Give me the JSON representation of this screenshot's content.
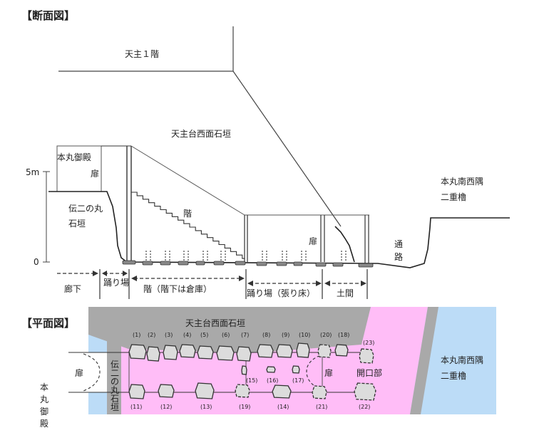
{
  "section": {
    "heading": "【断面図】",
    "tenshu_floor1": "天主１階",
    "west_wall": "天主台西面石垣",
    "goten": "本丸御殿",
    "tobira": "扉",
    "scale_5m": "5m",
    "scale_0": "0",
    "den_line1": "伝二の丸",
    "den_line2": "石垣",
    "kai": "階",
    "tobira2": "扉",
    "tsuro1": "通",
    "tsuro2": "路",
    "yagura_line1": "本丸南西隅",
    "yagura_line2": "二重櫓",
    "zones": [
      {
        "label": "廊下"
      },
      {
        "label": "踊り場"
      },
      {
        "label": "階（階下は倉庫）"
      },
      {
        "label": "踊り場（張り床）"
      },
      {
        "label": "土間"
      }
    ]
  },
  "plan": {
    "heading": "【平面図】",
    "west_wall": "天主台西面石垣",
    "goten_vertical": "本丸御殿",
    "tobira_left": "扉",
    "den_vertical": "伝二の丸石垣",
    "tobira_right": "扉",
    "opening": "開口部",
    "yagura_line1": "本丸南西隅",
    "yagura_line2": "二重櫓",
    "stones": [
      {
        "id": "(1)"
      },
      {
        "id": "(2)"
      },
      {
        "id": "(3)"
      },
      {
        "id": "(4)"
      },
      {
        "id": "(5)"
      },
      {
        "id": "(6)"
      },
      {
        "id": "(7)"
      },
      {
        "id": "(8)"
      },
      {
        "id": "(9)"
      },
      {
        "id": "(10)"
      },
      {
        "id": "(20)"
      },
      {
        "id": "(18)"
      },
      {
        "id": "(23)"
      },
      {
        "id": "(15)"
      },
      {
        "id": "(16)"
      },
      {
        "id": "(17)"
      },
      {
        "id": "(11)"
      },
      {
        "id": "(12)"
      },
      {
        "id": "(13)"
      },
      {
        "id": "(19)"
      },
      {
        "id": "(14)"
      },
      {
        "id": "(21)"
      },
      {
        "id": "(22)"
      }
    ]
  },
  "colors": {
    "wall_gray": "#a9a9a9",
    "pink": "#ffbdf7",
    "blue": "#bcdcf7",
    "stone_fill": "#dcdcdc",
    "line": "#333333"
  }
}
